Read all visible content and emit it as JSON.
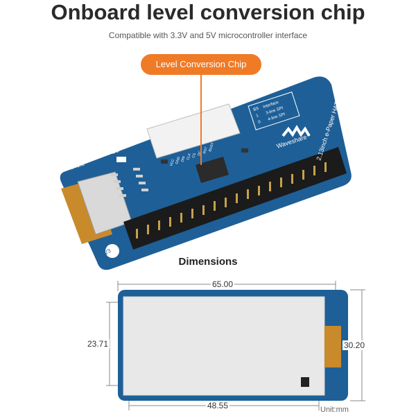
{
  "header": {
    "title": "Onboard level conversion chip",
    "subtitle": "Compatible with 3.3V and 5V microcontroller interface"
  },
  "callout": {
    "label": "Level Conversion Chip"
  },
  "board": {
    "silk_rev": "Rev2.1",
    "silk_bs": "BS",
    "silk_v3": "V3",
    "silk_product": "2.13inch e-Paper HAT",
    "brand": "Waveshare",
    "interface_table": {
      "header": [
        "BS",
        "Interface"
      ],
      "rows": [
        [
          "1",
          "3-line SPI"
        ],
        [
          "0",
          "4-line SPI"
        ]
      ]
    },
    "pin_labels": [
      "VCC",
      "GND",
      "DIN",
      "CLK",
      "CS",
      "DC",
      "RST",
      "BUSY"
    ]
  },
  "dimensions": {
    "title": "Dimensions",
    "width_total": "65.00",
    "height_display": "23.71",
    "height_total": "30.20",
    "width_display": "48.55",
    "unit": "Unit:mm"
  },
  "colors": {
    "pcb_blue": "#1e5f97",
    "header_black": "#1b1b1b",
    "accent_orange": "#f07b26",
    "fpc_amber": "#c98a2b"
  }
}
